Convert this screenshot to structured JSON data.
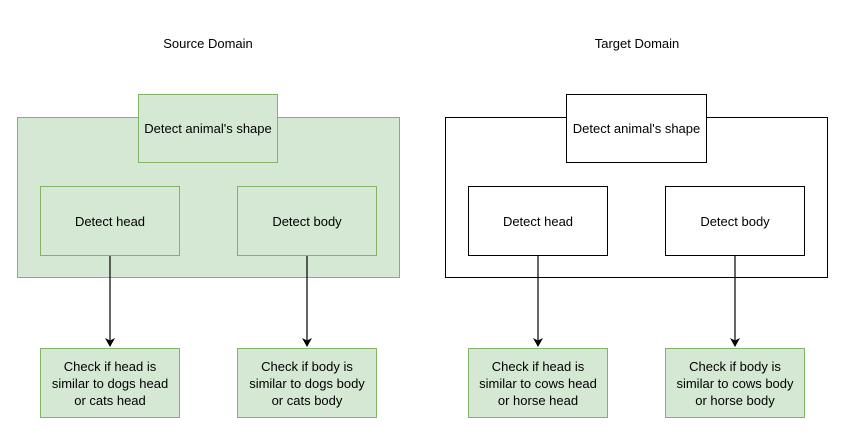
{
  "source": {
    "title": "Source Domain",
    "top": "Detect animal's shape",
    "left": "Detect head",
    "right": "Detect body",
    "out_left": "Check if head is\nsimilar to dogs head\nor cats head",
    "out_right": "Check if body is\nsimilar to dogs body\nor cats body"
  },
  "target": {
    "title": "Target Domain",
    "top": "Detect animal's shape",
    "left": "Detect head",
    "right": "Detect body",
    "out_left": "Check if head is\nsimilar to cows head\nor horse head",
    "out_right": "Check if body is\nsimilar to cows body\nor horse body"
  },
  "colors": {
    "source_fill": "#d5e8d4",
    "source_stroke": "#82b366",
    "target_fill": "#ffffff",
    "target_stroke": "#000000"
  }
}
